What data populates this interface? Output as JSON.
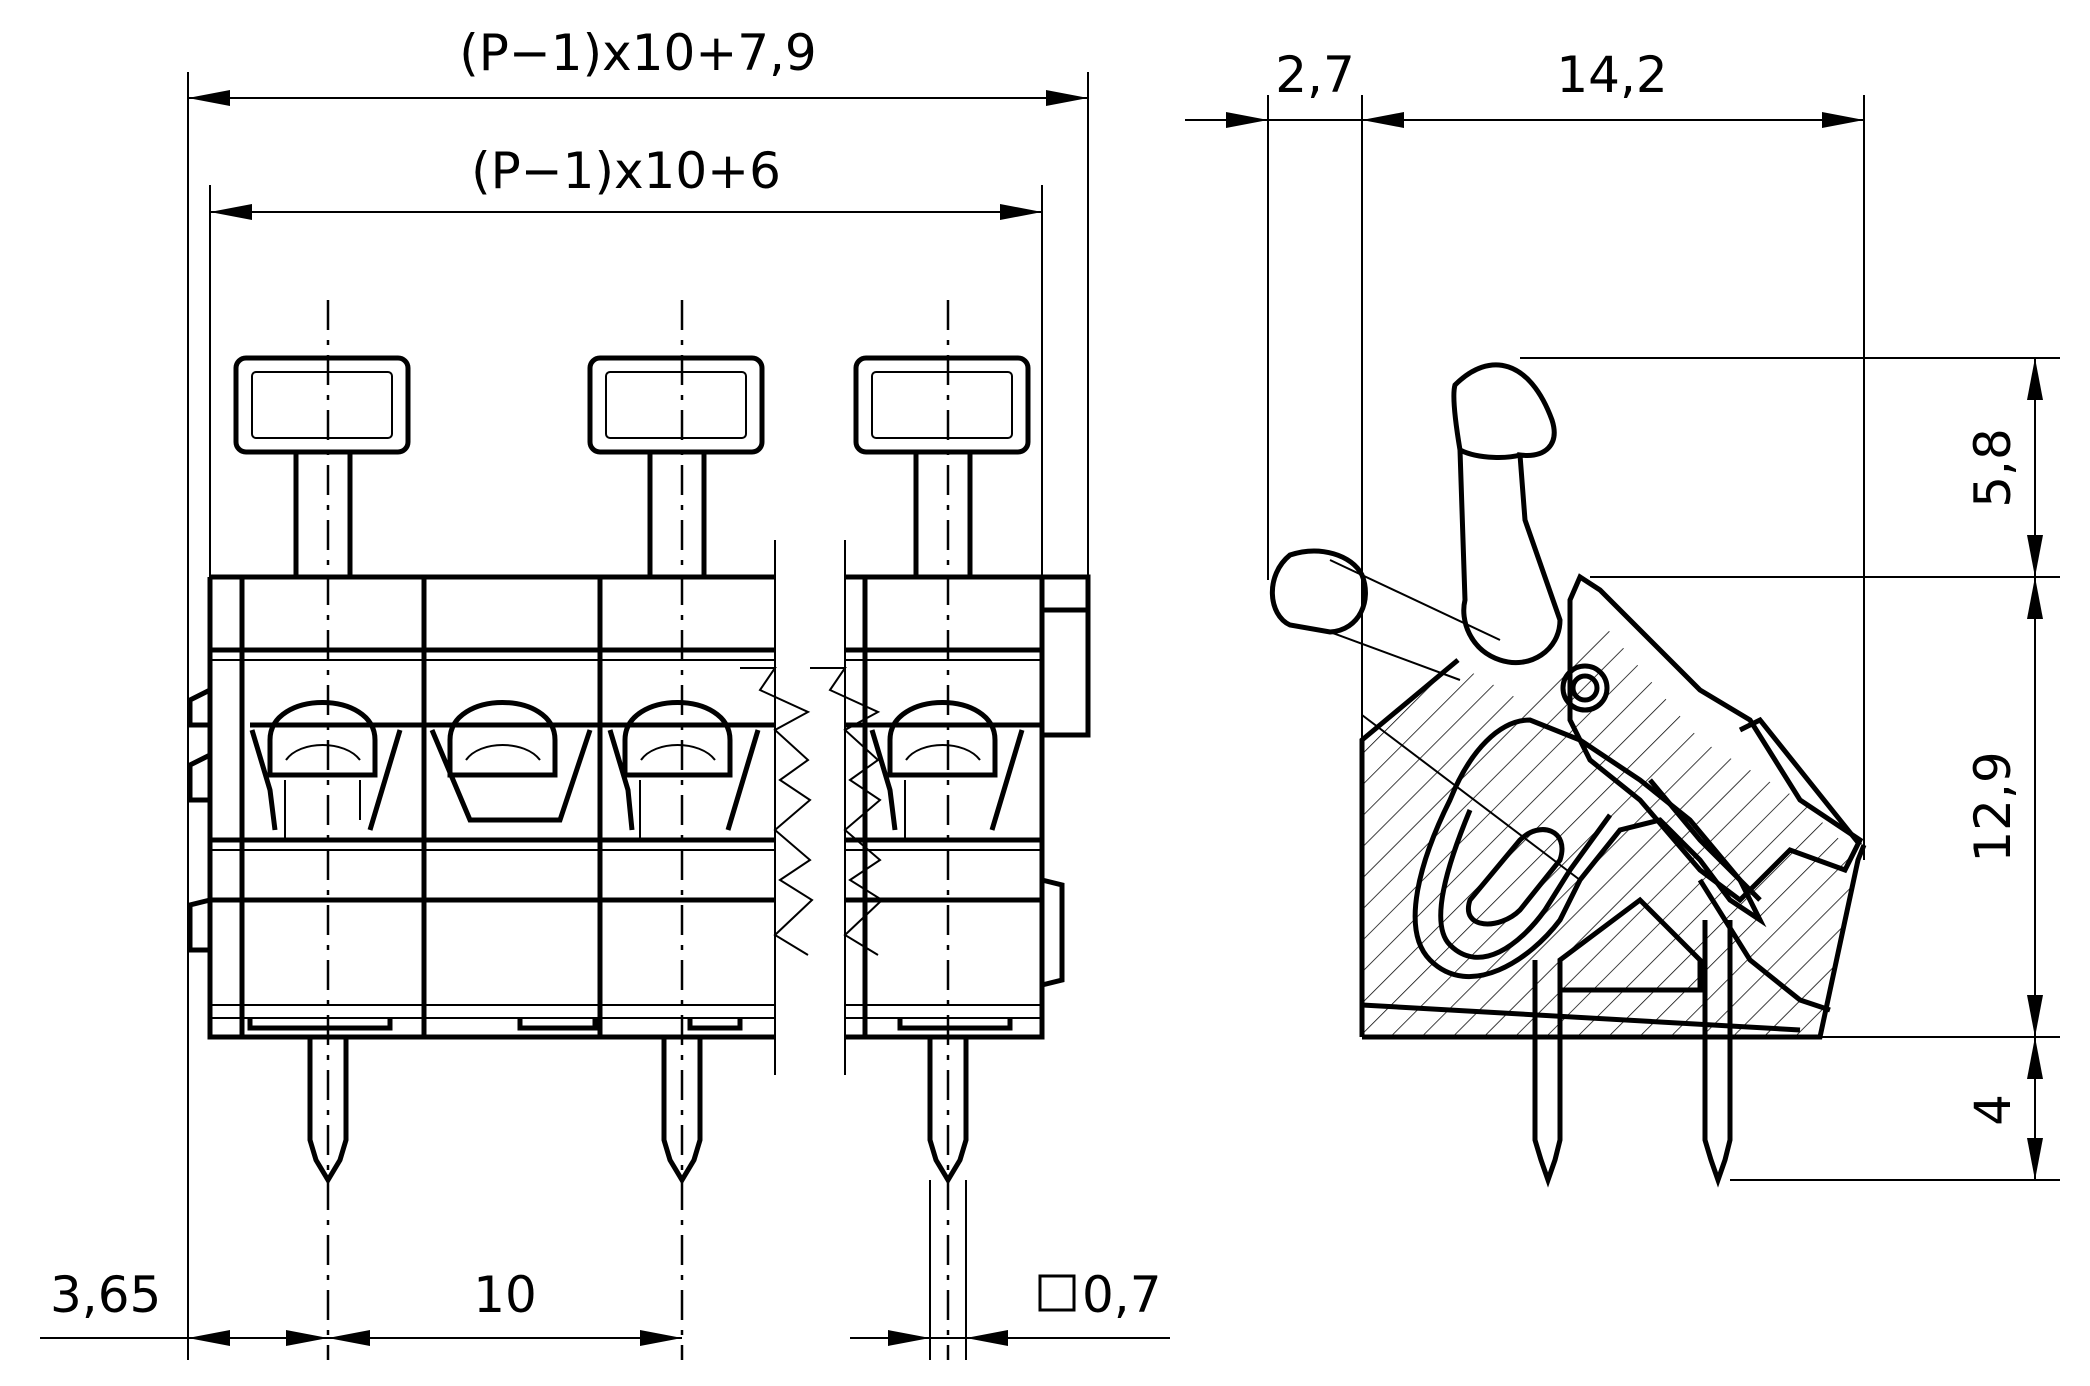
{
  "dimensions": {
    "overall_width": "(P−1)x10+7,9",
    "body_width": "(P−1)x10+6",
    "edge_offset": "3,65",
    "pitch": "10",
    "pin_square": "0,7",
    "depth_front": "2,7",
    "depth_body": "14,2",
    "lever_height": "5,8",
    "body_height": "12,9",
    "pin_length": "4"
  },
  "colors": {
    "line": "#000000",
    "background": "#ffffff"
  }
}
